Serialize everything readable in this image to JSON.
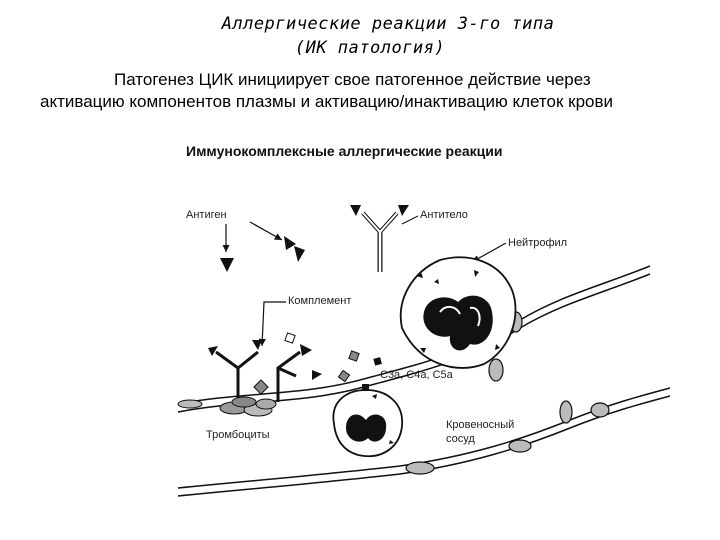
{
  "slide": {
    "title_line1": "Аллергические реакции 3-го типа",
    "title_line2": "(ИК патология)",
    "para_line1": "Патогенез ЦИК инициирует свое патогенное действие через",
    "para_line2": "активацию компонентов плазмы и активацию/инактивацию клеток крови"
  },
  "figure": {
    "heading": "Иммунокомплексные аллергические реакции",
    "labels": {
      "antigen": "Антиген",
      "antibody": "Антитело",
      "neutrophil": "Нейтрофил",
      "complement": "Комплемент",
      "anaphylatoxins": "C3a, C4a, C5a",
      "platelets": "Тромбоциты",
      "vessel_line1": "Кровеносный",
      "vessel_line2": "сосуд"
    }
  }
}
